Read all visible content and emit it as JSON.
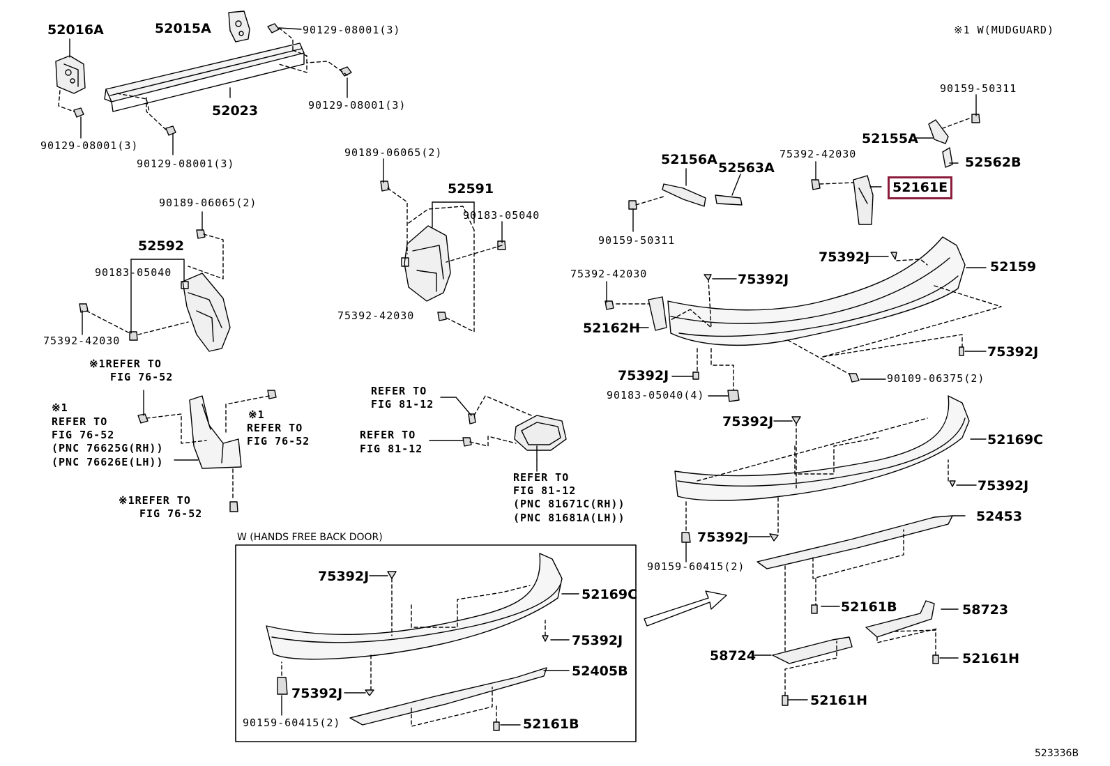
{
  "legend": "※1  W(MUDGUARD)",
  "figure_id": "523336B",
  "inset_title": "W (HANDS FREE BACK DOOR)",
  "highlight_color": "#8b1b3a",
  "labels": {
    "p52016A": "52016A",
    "p52015A": "52015A",
    "b1": "90129-08001(3)",
    "p52023": "52023",
    "b2": "90129-08001(3)",
    "b3": "90129-08001(3)",
    "b4": "90129-08001(3)",
    "c1": "90189-06065(2)",
    "c2": "90189-06065(2)",
    "p52592": "52592",
    "n1": "90183-05040",
    "s1": "75392-42030",
    "p52591": "52591",
    "n2": "90183-05040",
    "s2": "75392-42030",
    "ref1a": "※1REFER TO",
    "ref1b": "FIG 76-52",
    "ref2a": "※1",
    "ref2b": "REFER TO",
    "ref2c": "FIG 76-52",
    "ref2d": "(PNC 76625G(RH))",
    "ref2e": "(PNC 76626E(LH))",
    "ref3a": "※1",
    "ref3b": "REFER TO",
    "ref3c": "FIG 76-52",
    "ref4a": "※1REFER TO",
    "ref4b": "FIG 76-52",
    "ref5a": "REFER TO",
    "ref5b": "FIG 81-12",
    "ref6a": "REFER TO",
    "ref6b": "FIG 81-12",
    "ref7a": "REFER TO",
    "ref7b": "FIG 81-12",
    "ref7c": "(PNC 81671C(RH))",
    "ref7d": "(PNC 81681A(LH))",
    "p52156A": "52156A",
    "p52563A": "52563A",
    "s3": "75392-42030",
    "p52155A": "52155A",
    "p52562B": "52562B",
    "p52161E": "52161E",
    "t1": "90159-50311",
    "t2": "90159-50311",
    "s4": "75392-42030",
    "j1": "75392J",
    "j2": "75392J",
    "p52159": "52159",
    "p52162H": "52162H",
    "j3": "75392J",
    "j4": "75392J",
    "d1": "90109-06375(2)",
    "n3": "90183-05040(4)",
    "j5": "75392J",
    "p52169C": "52169C",
    "j6": "75392J",
    "p52453": "52453",
    "j7": "75392J",
    "f1": "90159-60415(2)",
    "p52161B": "52161B",
    "p58723": "58723",
    "p58724": "58724",
    "p52161H_a": "52161H",
    "p52161H_b": "52161H",
    "i_j1": "75392J",
    "i_p52169C": "52169C",
    "i_j2": "75392J",
    "i_p52405B": "52405B",
    "i_j3": "75392J",
    "i_f1": "90159-60415(2)",
    "i_p52161B": "52161B"
  }
}
